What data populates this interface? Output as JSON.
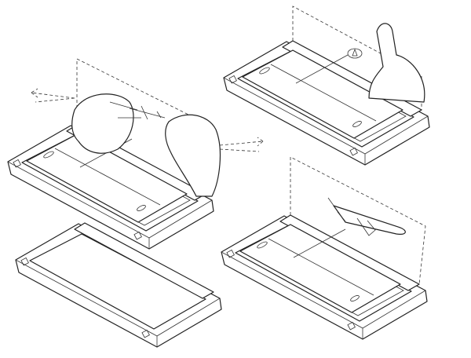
{
  "figure": {
    "colors": {
      "line": "#222222",
      "background": "#ffffff"
    },
    "panels": [
      {
        "id": "hands-pulling-hologram"
      },
      {
        "id": "finger-touching-button"
      },
      {
        "id": "closed-device"
      },
      {
        "id": "airplane-hologram"
      }
    ]
  }
}
